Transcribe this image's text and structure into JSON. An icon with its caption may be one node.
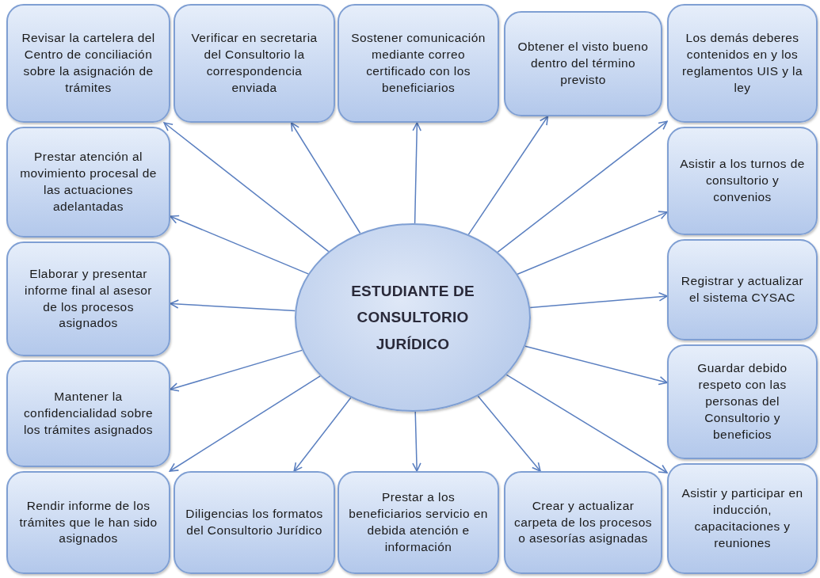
{
  "diagram": {
    "nodes": [
      {
        "text": [
          "Revisar la cartelera del Centro de conciliación sobre la asignación de trámites"
        ]
      },
      {
        "text": [
          "Verificar en secretaria del Consultorio la correspondencia enviada"
        ]
      },
      {
        "text": [
          "Sostener comunicación mediante correo certificado con los beneficiarios"
        ]
      },
      {
        "text": [
          "Obtener el visto bueno dentro del término previsto"
        ]
      },
      {
        "text": [
          "Los demás deberes contenidos en y los reglamentos UIS y la ley"
        ]
      },
      {
        "text": [
          "Prestar atención al movimiento procesal de las actuaciones adelantadas"
        ]
      },
      {
        "text": [
          "Asistir a los turnos de consultorio y convenios"
        ]
      },
      {
        "text": [
          "Elaborar y presentar informe final al asesor de los procesos asignados"
        ]
      },
      {
        "text": [
          "ESTUDIANTE DE CONSULTORIO JURÍDICO"
        ]
      },
      {
        "text": [
          "Registrar y actualizar el sistema CYSAC"
        ]
      },
      {
        "text": [
          "Mantener la confidencialidad sobre los trámites asignados"
        ]
      },
      {
        "text": [
          "Guardar debido respeto con las personas del Consultorio y beneficios"
        ]
      },
      {
        "text": [
          "Rendir informe de los trámites que le han sido asignados"
        ]
      },
      {
        "text": [
          "Diligencias los formatos del Consultorio Jurídico"
        ]
      },
      {
        "text": [
          "Prestar a los beneficiarios servicio en debida atención e información"
        ]
      },
      {
        "text": [
          "Crear y actualizar carpeta de los procesos o asesorías asignadas"
        ]
      },
      {
        "text": [
          "Asistir y participar en inducción, capacitaciones y reuniones"
        ]
      }
    ],
    "edges": [
      {
        "from": 8,
        "to": 0,
        "arrow": "to"
      },
      {
        "from": 8,
        "to": 1,
        "arrow": "to"
      },
      {
        "from": 8,
        "to": 2,
        "arrow": "to"
      },
      {
        "from": 8,
        "to": 3,
        "arrow": "to"
      },
      {
        "from": 8,
        "to": 4,
        "arrow": "to"
      },
      {
        "from": 8,
        "to": 5,
        "arrow": "to"
      },
      {
        "from": 8,
        "to": 6,
        "arrow": "to"
      },
      {
        "from": 8,
        "to": 7,
        "arrow": "to"
      },
      {
        "from": 8,
        "to": 9,
        "arrow": "to"
      },
      {
        "from": 8,
        "to": 10,
        "arrow": "to"
      },
      {
        "from": 8,
        "to": 11,
        "arrow": "to"
      },
      {
        "from": 8,
        "to": 12,
        "arrow": "to"
      },
      {
        "from": 8,
        "to": 13,
        "arrow": "to"
      },
      {
        "from": 8,
        "to": 14,
        "arrow": "to"
      },
      {
        "from": 8,
        "to": 15,
        "arrow": "to"
      },
      {
        "from": 8,
        "to": 16,
        "arrow": "to"
      }
    ]
  }
}
